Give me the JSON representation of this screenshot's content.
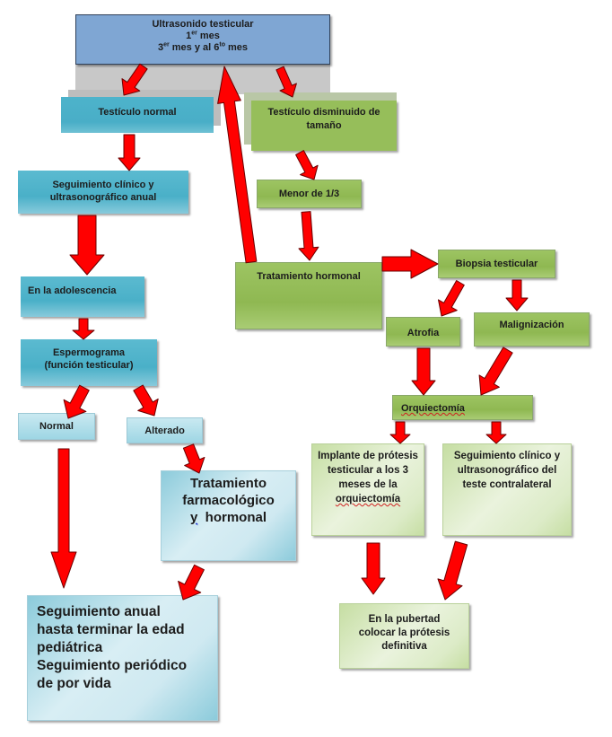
{
  "diagram": {
    "type": "flowchart",
    "colors": {
      "arrow": "#ff0000",
      "arrow_outline": "#6b0000",
      "top_box": "#7fa6d3",
      "teal_box": "#4db3cb",
      "green_box": "#96be5a",
      "pale_green_box": "#e3efd3",
      "pale_blue_box": "#cfe9f1"
    },
    "nodes": {
      "ultrasonido": {
        "line1": "Ultrasonido testicular",
        "line2_pre": "1",
        "line2_sup": "er",
        "line2_post": " mes",
        "line3_a": "3",
        "line3_sup1": "er",
        "line3_b": " mes y al 6",
        "line3_sup2": "to",
        "line3_c": " mes"
      },
      "testiculo_normal": "Testículo normal",
      "testiculo_disminuido": "Testículo disminuido de tamaño",
      "seguimiento_anual_clinico": "Seguimiento clínico y ultrasonográfico  anual",
      "menor_un_tercio": "Menor de 1/3",
      "tratamiento_hormonal": "Tratamiento hormonal",
      "biopsia": "Biopsia testicular",
      "atrofia": "Atrofia",
      "malignizacion": "Malignización",
      "adolescencia": "En la adolescencia",
      "espermograma_l1": "Espermograma",
      "espermograma_l2": "(función testicular)",
      "normal": "Normal",
      "alterado": "Alterado",
      "trat_farmaco_l1": "Tratamiento",
      "trat_farmaco_l2": "farmacológico",
      "trat_farmaco_l3a": "y",
      "trat_farmaco_l3b": "  hormonal",
      "orquiectomia": "Orquiectomía",
      "implante_main": "Implante de prótesis testicular a los 3 meses de la",
      "implante_last": "orquiectomía",
      "seguimiento_contralateral": "Seguimiento clínico y ultrasonográfico del teste contralateral",
      "seguimiento_vida_l1": "Seguimiento anual",
      "seguimiento_vida_l2": "hasta terminar la edad",
      "seguimiento_vida_l3": "pediátrica",
      "seguimiento_vida_l4": "Seguimiento periódico",
      "seguimiento_vida_l5": "de por vida",
      "pubertad": "En la pubertad colocar la prótesis definitiva"
    },
    "edges": [
      [
        "ultrasonido",
        "testiculo_normal"
      ],
      [
        "ultrasonido",
        "testiculo_disminuido"
      ],
      [
        "tratamiento_hormonal",
        "ultrasonido"
      ],
      [
        "testiculo_normal",
        "seguimiento_anual_clinico"
      ],
      [
        "testiculo_disminuido",
        "menor_un_tercio"
      ],
      [
        "menor_un_tercio",
        "tratamiento_hormonal"
      ],
      [
        "tratamiento_hormonal",
        "biopsia"
      ],
      [
        "biopsia",
        "atrofia"
      ],
      [
        "biopsia",
        "malignizacion"
      ],
      [
        "atrofia",
        "orquiectomia"
      ],
      [
        "malignizacion",
        "orquiectomia"
      ],
      [
        "orquiectomia",
        "implante"
      ],
      [
        "orquiectomia",
        "seguimiento_contralateral"
      ],
      [
        "implante",
        "pubertad"
      ],
      [
        "seguimiento_contralateral",
        "pubertad"
      ],
      [
        "seguimiento_anual_clinico",
        "adolescencia"
      ],
      [
        "adolescencia",
        "espermograma"
      ],
      [
        "espermograma",
        "normal"
      ],
      [
        "espermograma",
        "alterado"
      ],
      [
        "alterado",
        "tratamiento_farmacologico"
      ],
      [
        "normal",
        "seguimiento_vida"
      ],
      [
        "tratamiento_farmacologico",
        "seguimiento_vida"
      ]
    ]
  }
}
